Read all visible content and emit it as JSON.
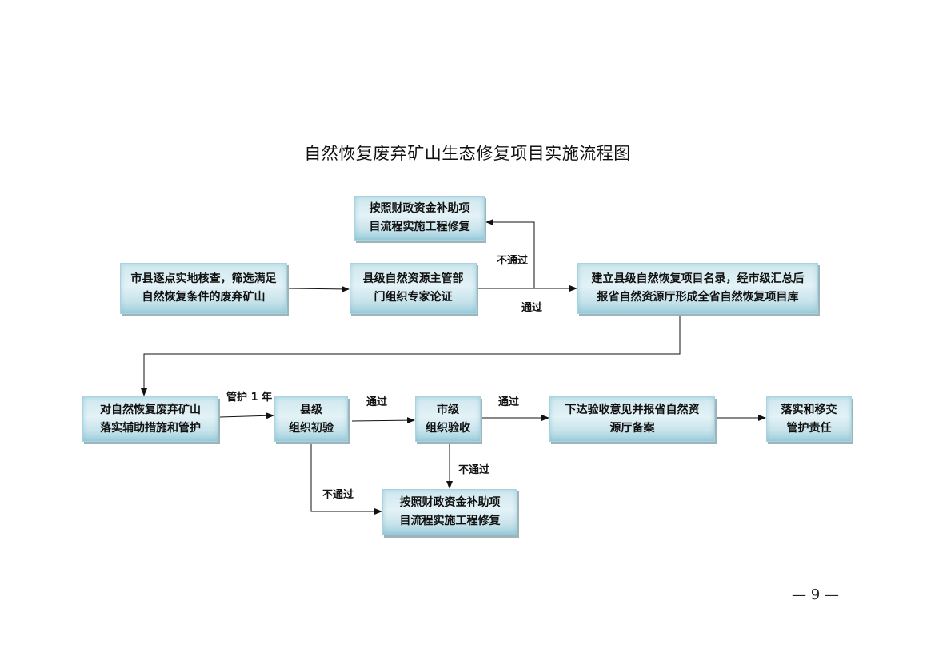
{
  "title": "自然恢复废弃矿山生态修复项目实施流程图",
  "nodes": {
    "fiscal_repair_top": "按照财政资金补助项\n目流程实施工程修复",
    "screening": "市县逐点实地核查，筛选满足\n自然恢复条件的废弃矿山",
    "expert_review": "县级自然资源主管部\n门组织专家论证",
    "project_library": "建立县级自然恢复项目名录，经市级汇总后\n报省自然资源厅形成全省自然恢复项目库",
    "assist_measures": "对自然恢复废弃矿山\n落实辅助措施和管护",
    "county_inspection": "县级\n组织初验",
    "city_acceptance": "市级\n组织验收",
    "report_filing": "下达验收意见并报省自然资\n源厅备案",
    "handover": "落实和移交\n管护责任",
    "fiscal_repair_bottom": "按照财政资金补助项\n目流程实施工程修复"
  },
  "edge_labels": {
    "fail_top": "不通过",
    "pass_top": "通过",
    "maintain_1yr": "管护 1 年",
    "pass_county": "通过",
    "pass_city": "通过",
    "fail_city": "不通过",
    "fail_county": "不通过"
  },
  "footer": {
    "page_number": "— 9 —"
  },
  "colors": {
    "box_fill_light": "#e3f2f6",
    "box_fill_dark": "#9fcfdd",
    "line": "#111111"
  }
}
